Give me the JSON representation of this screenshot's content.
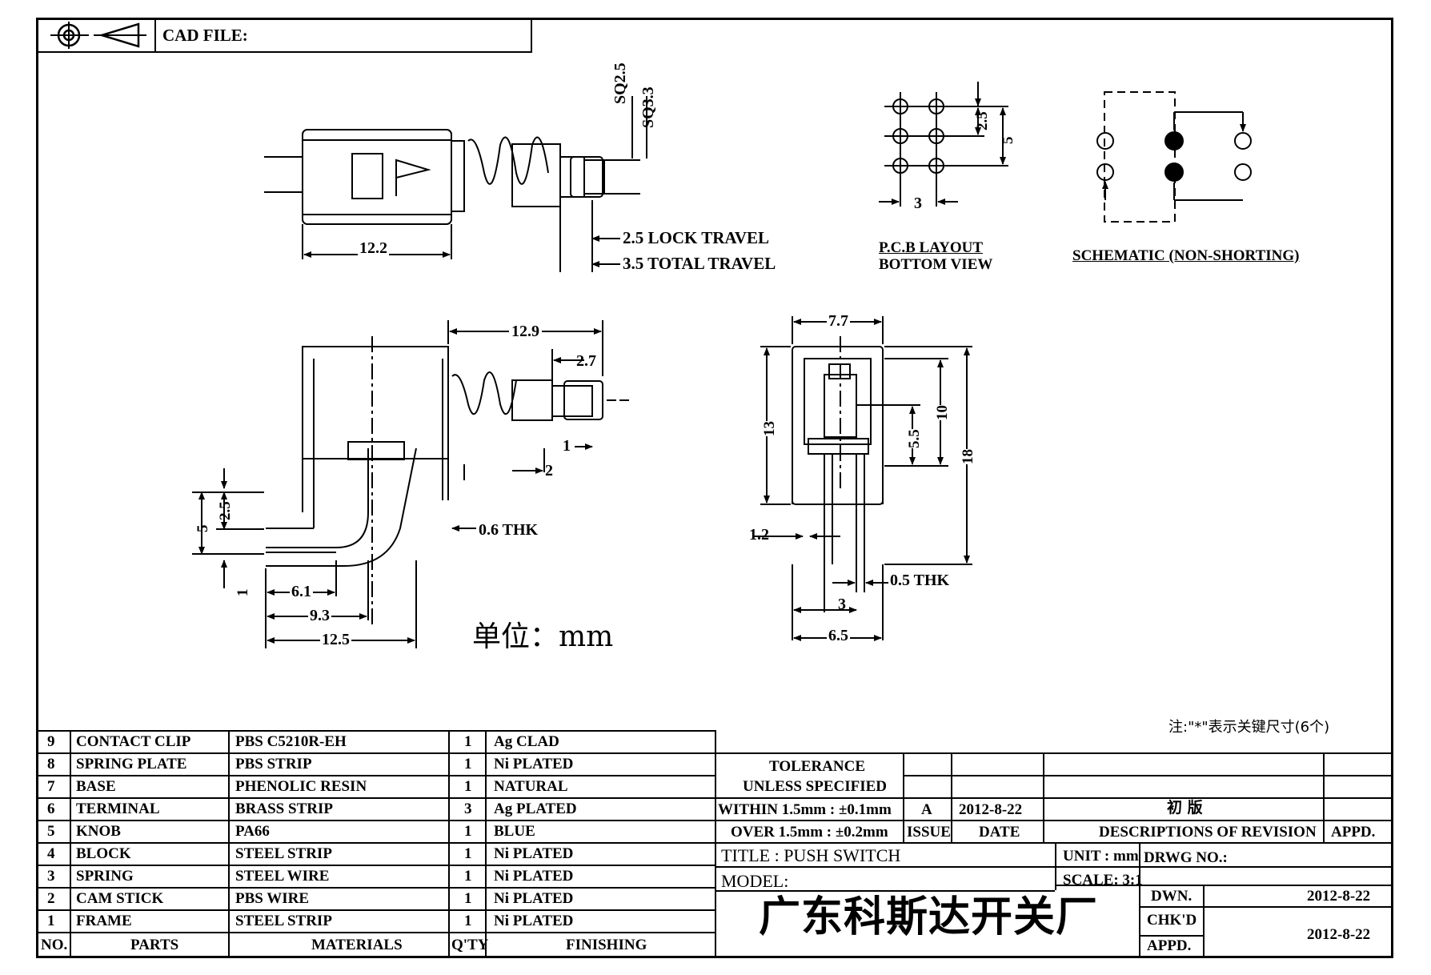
{
  "header": {
    "cad_file_label": "CAD FILE:"
  },
  "drawing": {
    "top_view": {
      "sq1": "SQ2.5",
      "sq2": "SQ3.3",
      "width": "12.2",
      "lock_travel": "2.5 LOCK TRAVEL",
      "total_travel": "3.5 TOTAL TRAVEL"
    },
    "pcb": {
      "dim_h_small": "2.5",
      "dim_h_large": "5",
      "dim_w": "3",
      "title1": "P.C.B LAYOUT",
      "title2": "BOTTOM VIEW"
    },
    "schematic": {
      "title": "SCHEMATIC (NON-SHORTING)"
    },
    "side_view": {
      "d12_9": "12.9",
      "d2_7": "2.7",
      "d1": "1",
      "d2": "2",
      "thk": "0.6 THK",
      "d5": "5",
      "d2_5": "2.5",
      "d1b": "1",
      "d6_1": "6.1",
      "d9_3": "9.3",
      "d12_5": "12.5"
    },
    "front_view": {
      "d7_7": "7.7",
      "d13": "13",
      "d10": "10",
      "d5_5": "5.5",
      "d18": "18",
      "d1_2": "1.2",
      "thk": "0.5 THK",
      "d3": "3",
      "d6_5": "6.5"
    },
    "unit": "单位：mm",
    "note": "注:\"*\"表示关键尺寸(6个)"
  },
  "bom": {
    "rows": [
      {
        "no": "9",
        "part": "CONTACT CLIP",
        "material": "PBS C5210R-EH",
        "qty": "1",
        "finish": "Ag CLAD"
      },
      {
        "no": "8",
        "part": "SPRING PLATE",
        "material": "PBS STRIP",
        "qty": "1",
        "finish": "Ni PLATED"
      },
      {
        "no": "7",
        "part": "BASE",
        "material": "PHENOLIC RESIN",
        "qty": "1",
        "finish": "NATURAL"
      },
      {
        "no": "6",
        "part": "TERMINAL",
        "material": "BRASS STRIP",
        "qty": "3",
        "finish": "Ag PLATED"
      },
      {
        "no": "5",
        "part": "KNOB",
        "material": "PA66",
        "qty": "1",
        "finish": "BLUE"
      },
      {
        "no": "4",
        "part": "BLOCK",
        "material": "STEEL STRIP",
        "qty": "1",
        "finish": "Ni PLATED"
      },
      {
        "no": "3",
        "part": "SPRING",
        "material": "STEEL WIRE",
        "qty": "1",
        "finish": "Ni PLATED"
      },
      {
        "no": "2",
        "part": "CAM STICK",
        "material": "PBS WIRE",
        "qty": "1",
        "finish": "Ni PLATED"
      },
      {
        "no": "1",
        "part": "FRAME",
        "material": "STEEL STRIP",
        "qty": "1",
        "finish": "Ni PLATED"
      }
    ],
    "headers": {
      "no": "NO.",
      "part": "PARTS",
      "material": "MATERIALS",
      "qty": "Q'TY",
      "finish": "FINISHING"
    }
  },
  "title_block": {
    "tolerance": "TOLERANCE",
    "unless": "UNLESS  SPECIFIED",
    "within": "WITHIN 1.5mm : ±0.1mm",
    "over": "OVER 1.5mm : ±0.2mm",
    "issue_value": "A",
    "date_value": "2012-8-22",
    "desc_value": "初 版",
    "issue_label": "ISSUE",
    "date_label": "DATE",
    "desc_label": "DESCRIPTIONS OF REVISION",
    "appd_label": "APPD.",
    "title": "TITLE : PUSH SWITCH",
    "unit": "UNIT :  mm",
    "drwg_no": "DRWG NO.:",
    "model": "MODEL:",
    "scale": "SCALE:  3:1",
    "dwn": "DWN.",
    "dwn_date": "2012-8-22",
    "chkd": "CHK'D",
    "appd2": "APPD.",
    "chk_date": "2012-8-22",
    "company": "广东科斯达开关厂"
  }
}
